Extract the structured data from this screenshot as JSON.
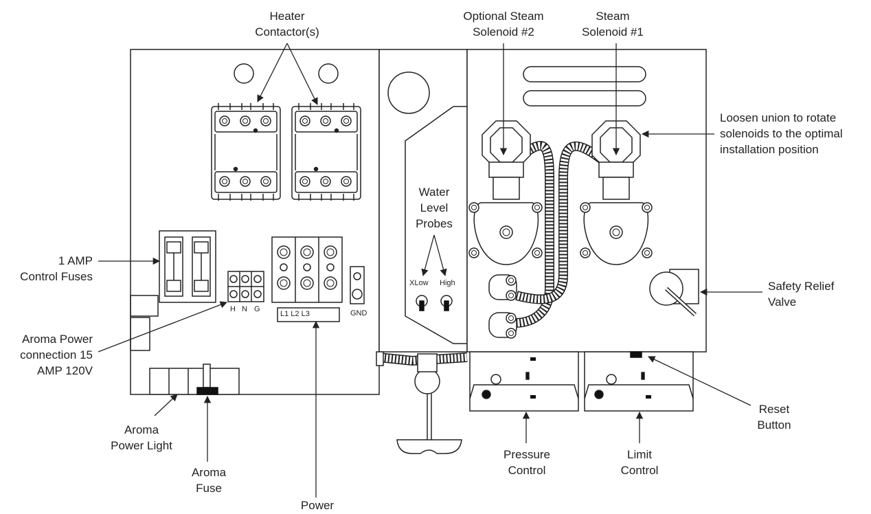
{
  "callouts": {
    "heater_contactors": [
      "Heater",
      "Contactor(s)"
    ],
    "optional_steam_solenoid_2": [
      "Optional Steam",
      "Solenoid #2"
    ],
    "steam_solenoid_1": [
      "Steam",
      "Solenoid #1"
    ],
    "loosen_union": [
      "Loosen union to rotate",
      "solenoids to the optimal",
      "installation position"
    ],
    "water_level_probes": [
      "Water",
      "Level",
      "Probes"
    ],
    "control_fuses": [
      "1 AMP",
      "Control Fuses"
    ],
    "aroma_power_connection": [
      "Aroma Power",
      "connection 15",
      "AMP 120V"
    ],
    "safety_relief_valve": [
      "Safety Relief",
      "Valve"
    ],
    "reset_button": [
      "Reset",
      "Button"
    ],
    "aroma_power_light": [
      "Aroma",
      "Power Light"
    ],
    "aroma_fuse": [
      "Aroma",
      "Fuse"
    ],
    "power": [
      "Power"
    ],
    "pressure_control": [
      "Pressure",
      "Control"
    ],
    "limit_control": [
      "Limit",
      "Control"
    ]
  },
  "component_labels": {
    "probe_xlow": "XLow",
    "probe_high": "High",
    "terminal_h": "H",
    "terminal_n": "N",
    "terminal_g": "G",
    "power_terminals": "L1 L2 L3",
    "ground": "GND"
  },
  "colors": {
    "line": "#222222",
    "fill": "#ffffff",
    "dark": "#111111"
  }
}
